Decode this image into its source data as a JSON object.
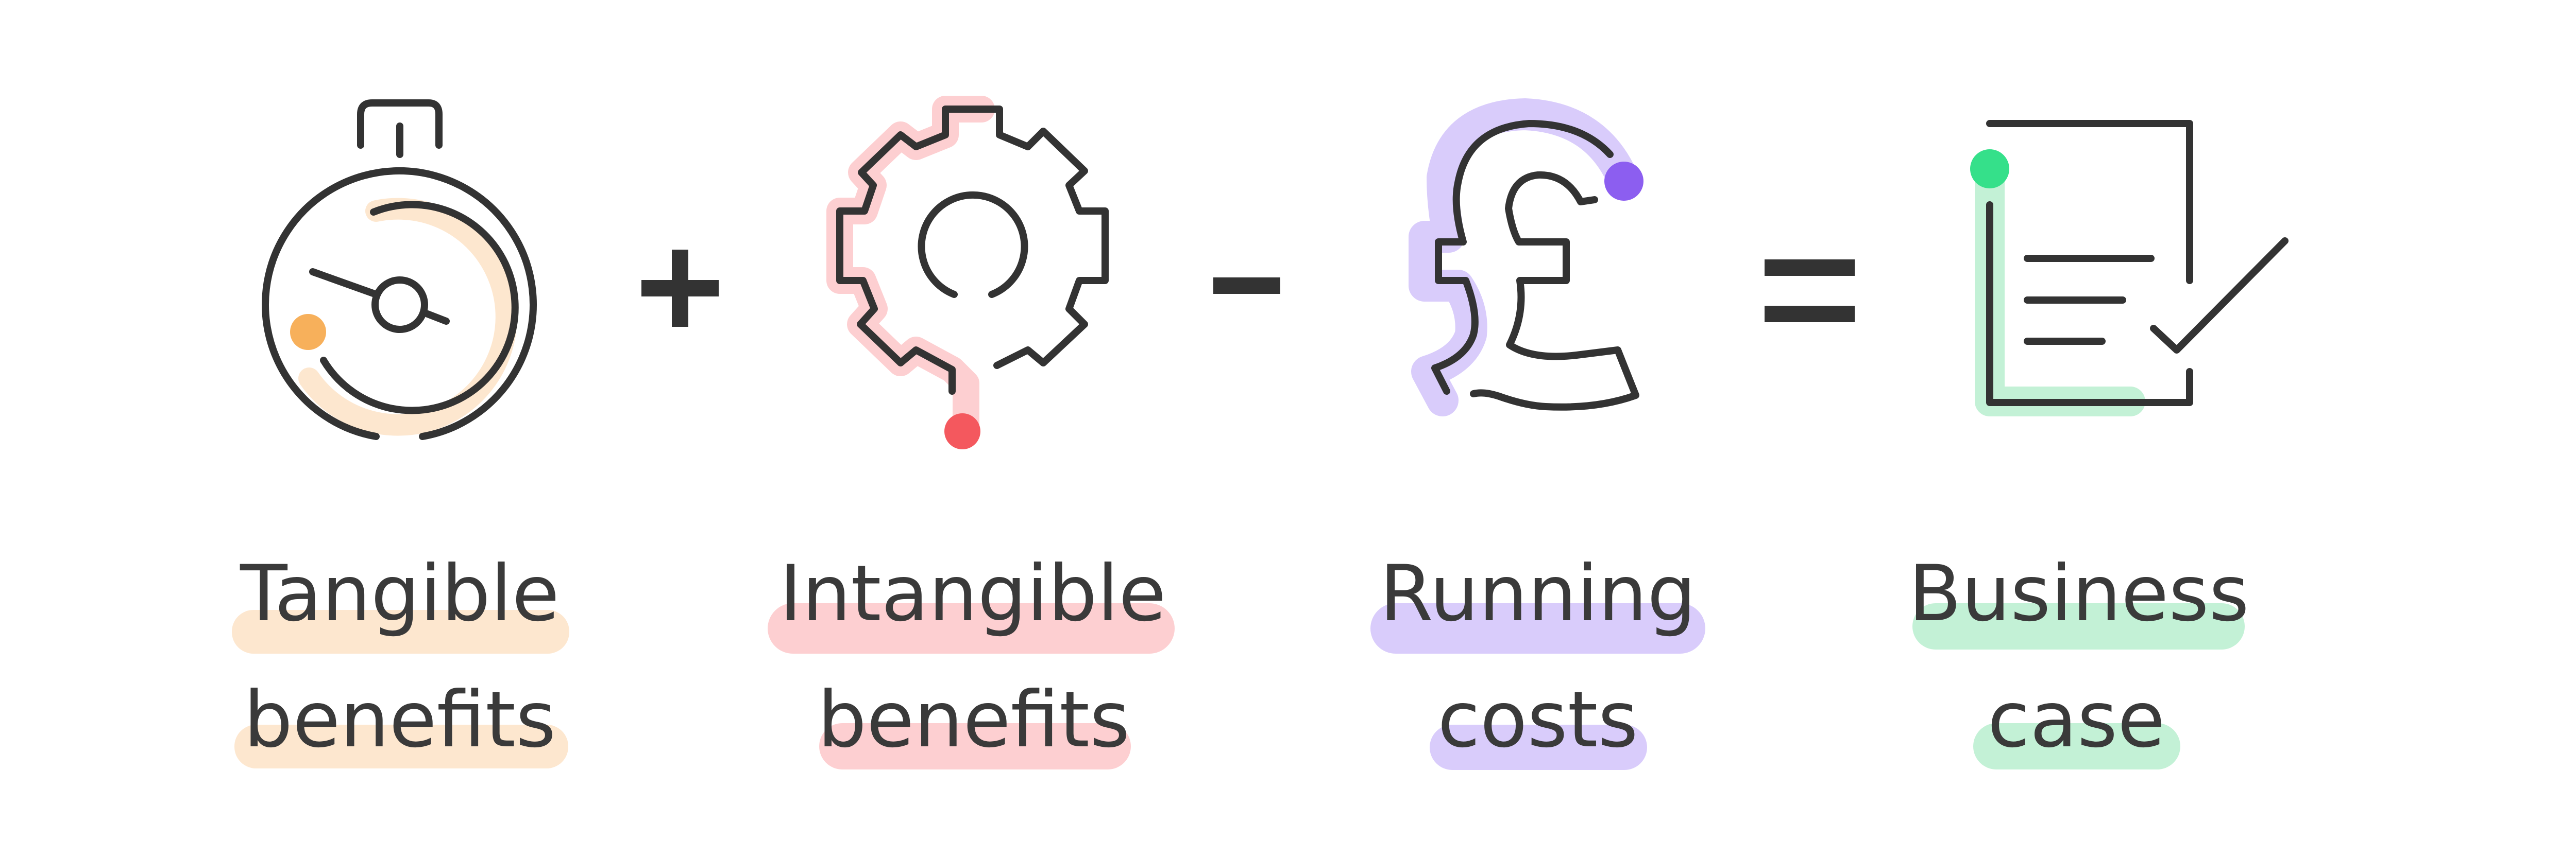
{
  "terms": [
    {
      "id": "tangible",
      "icon": "stopwatch-icon",
      "lines": [
        "Tangible",
        "benefits"
      ],
      "color": "#fde7cf",
      "accent": "#f7b05b"
    },
    {
      "id": "intangible",
      "icon": "gear-icon",
      "lines": [
        "Intangible",
        "benefits"
      ],
      "color": "#fdcfd1",
      "accent": "#f4585e"
    },
    {
      "id": "running",
      "icon": "pound-sign-icon",
      "lines": [
        "Running",
        "costs"
      ],
      "color": "#d9ccfb",
      "accent": "#8c5ef0"
    },
    {
      "id": "business",
      "icon": "document-check-icon",
      "lines": [
        "Business",
        "case"
      ],
      "color": "#c3f1d6",
      "accent": "#35e08a"
    }
  ],
  "operators": [
    "+",
    "-",
    "="
  ],
  "colors": {
    "text": "#3a3a3a",
    "stroke": "#333333",
    "background": "#ffffff"
  }
}
